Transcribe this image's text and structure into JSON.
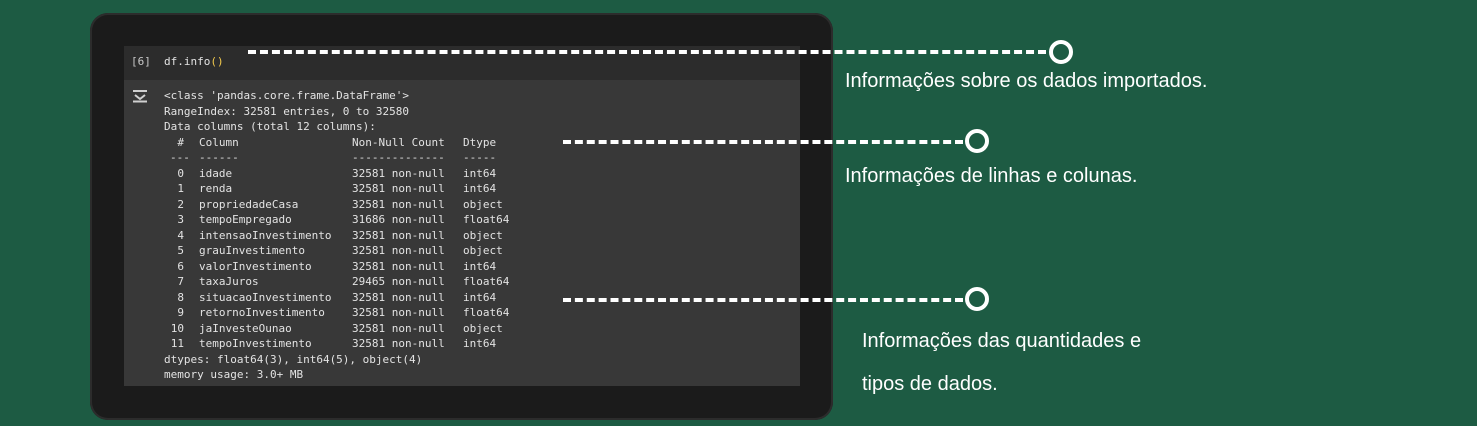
{
  "cell": {
    "number": "[6]",
    "code_prefix": "df.info",
    "code_paren": "()"
  },
  "output": {
    "lines": [
      "<class 'pandas.core.frame.DataFrame'>",
      "RangeIndex: 32581 entries, 0 to 32580",
      "Data columns (total 12 columns):"
    ],
    "header": {
      "num": "#",
      "column": "Column",
      "count": "Non-Null Count",
      "dtype": "Dtype"
    },
    "separator": {
      "num": "---",
      "column": "------",
      "count": "--------------",
      "dtype": "-----"
    },
    "rows": [
      {
        "num": "0",
        "column": "idade",
        "count": "32581 non-null",
        "dtype": "int64"
      },
      {
        "num": "1",
        "column": "renda",
        "count": "32581 non-null",
        "dtype": "int64"
      },
      {
        "num": "2",
        "column": "propriedadeCasa",
        "count": "32581 non-null",
        "dtype": "object"
      },
      {
        "num": "3",
        "column": "tempoEmpregado",
        "count": "31686 non-null",
        "dtype": "float64"
      },
      {
        "num": "4",
        "column": "intensaoInvestimento",
        "count": "32581 non-null",
        "dtype": "object"
      },
      {
        "num": "5",
        "column": "grauInvestimento",
        "count": "32581 non-null",
        "dtype": "object"
      },
      {
        "num": "6",
        "column": "valorInvestimento",
        "count": "32581 non-null",
        "dtype": "int64"
      },
      {
        "num": "7",
        "column": "taxaJuros",
        "count": "29465 non-null",
        "dtype": "float64"
      },
      {
        "num": "8",
        "column": "situacaoInvestimento",
        "count": "32581 non-null",
        "dtype": "int64"
      },
      {
        "num": "9",
        "column": "retornoInvestimento",
        "count": "32581 non-null",
        "dtype": "float64"
      },
      {
        "num": "10",
        "column": "jaInvesteOunao",
        "count": "32581 non-null",
        "dtype": "object"
      },
      {
        "num": "11",
        "column": "tempoInvestimento",
        "count": "32581 non-null",
        "dtype": "int64"
      }
    ],
    "footer": [
      "dtypes: float64(3), int64(5), object(4)",
      "memory usage: 3.0+ MB"
    ]
  },
  "callouts": [
    {
      "text": "Informações sobre os dados importados."
    },
    {
      "text": "Informações de linhas e colunas."
    },
    {
      "text_line1": "Informações das quantidades e",
      "text_line2": "tipos de dados."
    }
  ]
}
